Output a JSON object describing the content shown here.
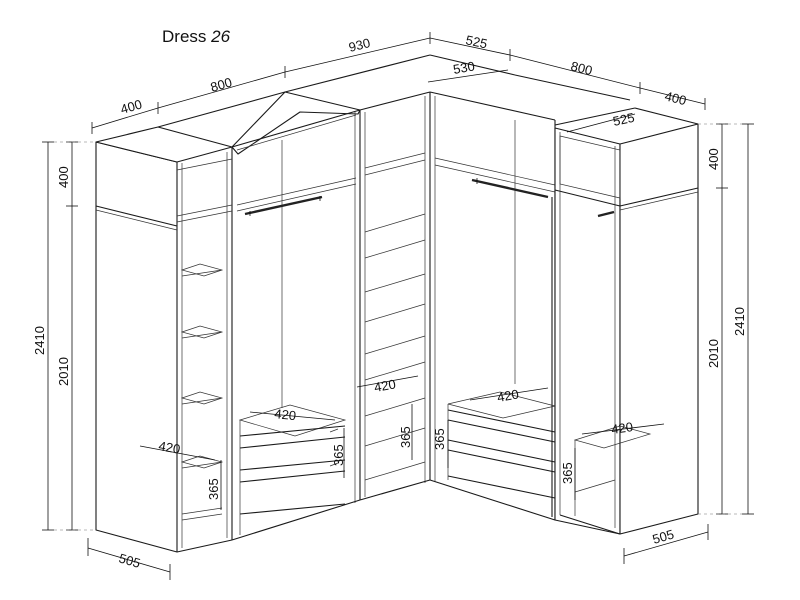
{
  "title": {
    "text": "Dress",
    "model": "26"
  },
  "dimensions": {
    "top_left_depth": "400",
    "top_left_width": "800",
    "top_center_width": "930",
    "top_right_depth_a": "525",
    "top_right_depth_b": "530",
    "top_right_width": "800",
    "top_right_depth": "400",
    "top_right_box_depth": "525",
    "left_mezzanine_height": "400",
    "left_total_height": "2410",
    "left_body_height": "2010",
    "right_mezzanine_height": "400",
    "right_total_height": "2410",
    "right_body_height": "2010",
    "bottom_left_depth": "505",
    "bottom_right_depth": "505",
    "shelf_depth_left": "420",
    "drawer_depth_left": "420",
    "shelf_depth_center": "420",
    "drawer_depth_right": "420",
    "shelf_depth_right": "420",
    "drawer_height_left_a": "365",
    "drawer_height_left_b": "365",
    "drawer_height_center": "365",
    "drawer_height_right_a": "365",
    "drawer_height_right_b": "365"
  }
}
